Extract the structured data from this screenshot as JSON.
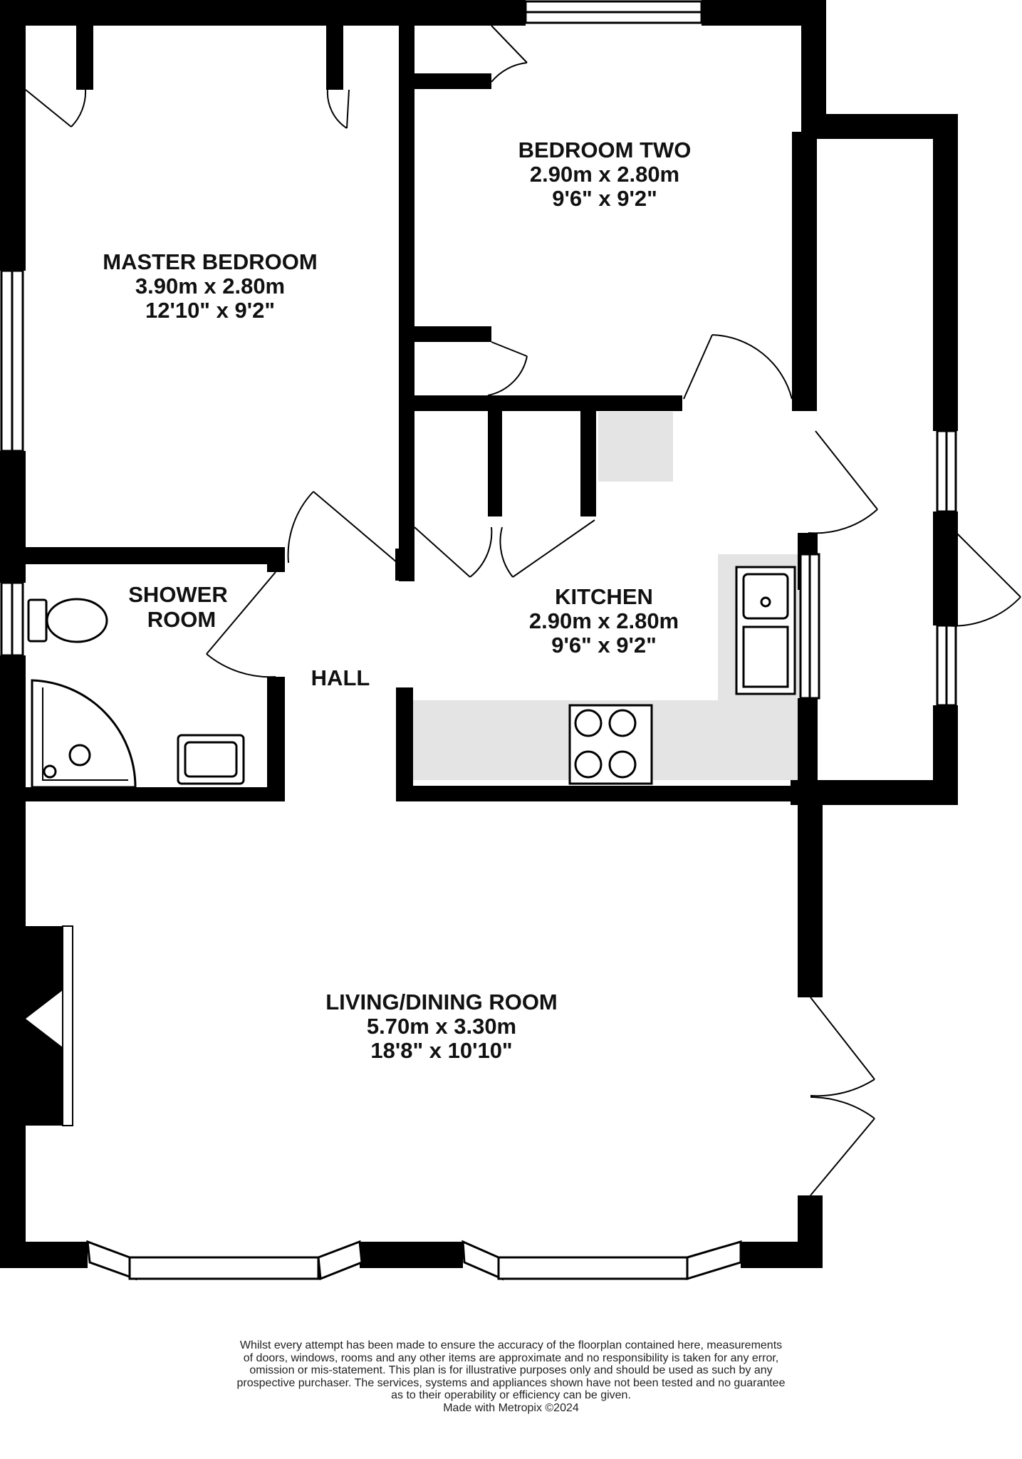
{
  "rooms": {
    "master_bedroom": {
      "name": "MASTER BEDROOM",
      "metric": "3.90m  x 2.80m",
      "imperial": "12'10\"  x 9'2\""
    },
    "bedroom_two": {
      "name": "BEDROOM TWO",
      "metric": "2.90m  x 2.80m",
      "imperial": "9'6\"  x 9'2\""
    },
    "shower_room": {
      "name_line1": "SHOWER",
      "name_line2": "ROOM"
    },
    "hall": {
      "name": "HALL"
    },
    "kitchen": {
      "name": "KITCHEN",
      "metric": "2.90m  x 2.80m",
      "imperial": "9'6\"  x 9'2\""
    },
    "living_dining": {
      "name": "LIVING/DINING ROOM",
      "metric": "5.70m  x 3.30m",
      "imperial": "18'8\"  x 10'10\""
    }
  },
  "disclaimer": {
    "lines": [
      "Whilst every attempt has been made to ensure the accuracy of the floorplan contained here, measurements",
      "of doors, windows, rooms and any other items are approximate and no responsibility is taken for any error,",
      "omission or mis-statement. This plan is for illustrative purposes only and should be used as such by any",
      "prospective purchaser. The services, systems and appliances shown have not been tested and no guarantee",
      "as to their operability or efficiency can be given."
    ],
    "credit": "Made with Metropix ©2024"
  },
  "colors": {
    "wall": "#000000",
    "fitted_units": "#e4e4e4",
    "background": "#ffffff"
  }
}
